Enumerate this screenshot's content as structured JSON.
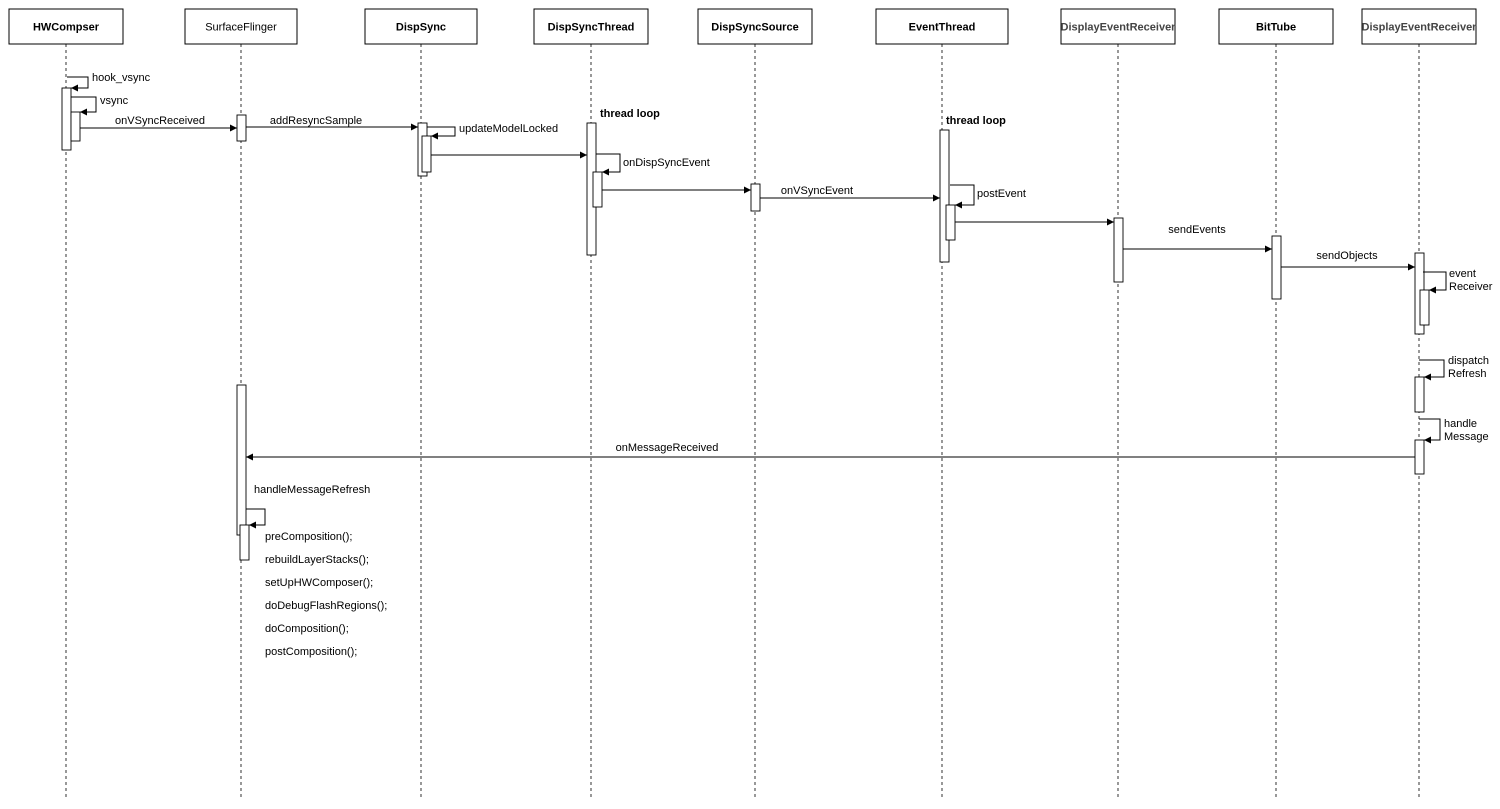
{
  "participants": [
    {
      "id": "hw",
      "label": "HWCompser",
      "bold": true
    },
    {
      "id": "sf",
      "label": "SurfaceFlinger",
      "bold": false
    },
    {
      "id": "ds",
      "label": "DispSync",
      "bold": true
    },
    {
      "id": "dst",
      "label": "DispSyncThread",
      "bold": true
    },
    {
      "id": "dss",
      "label": "DispSyncSource",
      "bold": true
    },
    {
      "id": "et",
      "label": "EventThread",
      "bold": true
    },
    {
      "id": "der1",
      "label": "DisplayEventReceiver",
      "bold": true
    },
    {
      "id": "bt",
      "label": "BitTube",
      "bold": true
    },
    {
      "id": "der2",
      "label": "DisplayEventReceiver",
      "bold": true
    }
  ],
  "messages": [
    {
      "id": "hook-vsync",
      "label": "hook_vsync",
      "from": "hw",
      "to": "hw",
      "self": true
    },
    {
      "id": "vsync",
      "label": "vsync",
      "from": "hw",
      "to": "hw",
      "self": true
    },
    {
      "id": "on-vsync-received",
      "label": "onVSyncReceived",
      "from": "hw",
      "to": "sf"
    },
    {
      "id": "add-resync-sample",
      "label": "addResyncSample",
      "from": "sf",
      "to": "ds"
    },
    {
      "id": "update-model-locked",
      "label": "updateModelLocked",
      "from": "ds",
      "to": "ds",
      "self": true
    },
    {
      "id": "ds-to-thread",
      "label": "",
      "from": "ds",
      "to": "dst"
    },
    {
      "id": "on-disp-sync-event",
      "label": "onDispSyncEvent",
      "from": "dst",
      "to": "dst",
      "self": true
    },
    {
      "id": "thread-to-source",
      "label": "",
      "from": "dst",
      "to": "dss"
    },
    {
      "id": "on-vsync-event",
      "label": "onVSyncEvent",
      "from": "dss",
      "to": "et"
    },
    {
      "id": "post-event",
      "label": "postEvent",
      "from": "et",
      "to": "et",
      "self": true
    },
    {
      "id": "et-to-receiver",
      "label": "",
      "from": "et",
      "to": "der1"
    },
    {
      "id": "send-events",
      "label": "sendEvents",
      "from": "der1",
      "to": "bt"
    },
    {
      "id": "send-objects",
      "label": "sendObjects",
      "from": "bt",
      "to": "der2"
    },
    {
      "id": "event-receiver",
      "label": [
        "event",
        "Receiver"
      ],
      "from": "der2",
      "to": "der2",
      "self": true
    },
    {
      "id": "dispatch-refresh",
      "label": [
        "dispatch",
        "Refresh"
      ],
      "from": "der2",
      "to": "der2",
      "self": true
    },
    {
      "id": "handle-message",
      "label": [
        "handle",
        "Message"
      ],
      "from": "der2",
      "to": "der2",
      "self": true
    },
    {
      "id": "on-message-received",
      "label": "onMessageReceived",
      "from": "der2",
      "to": "sf"
    },
    {
      "id": "handle-message-refresh",
      "label": "handleMessageRefresh",
      "from": "sf",
      "to": "sf",
      "self": true
    }
  ],
  "loop_labels": [
    {
      "id": "dst-loop",
      "label": "thread loop"
    },
    {
      "id": "et-loop",
      "label": "thread loop"
    }
  ],
  "refresh_steps": [
    "preComposition();",
    "rebuildLayerStacks();",
    "setUpHWComposer();",
    "doDebugFlashRegions();",
    "doComposition();",
    "postComposition();"
  ]
}
